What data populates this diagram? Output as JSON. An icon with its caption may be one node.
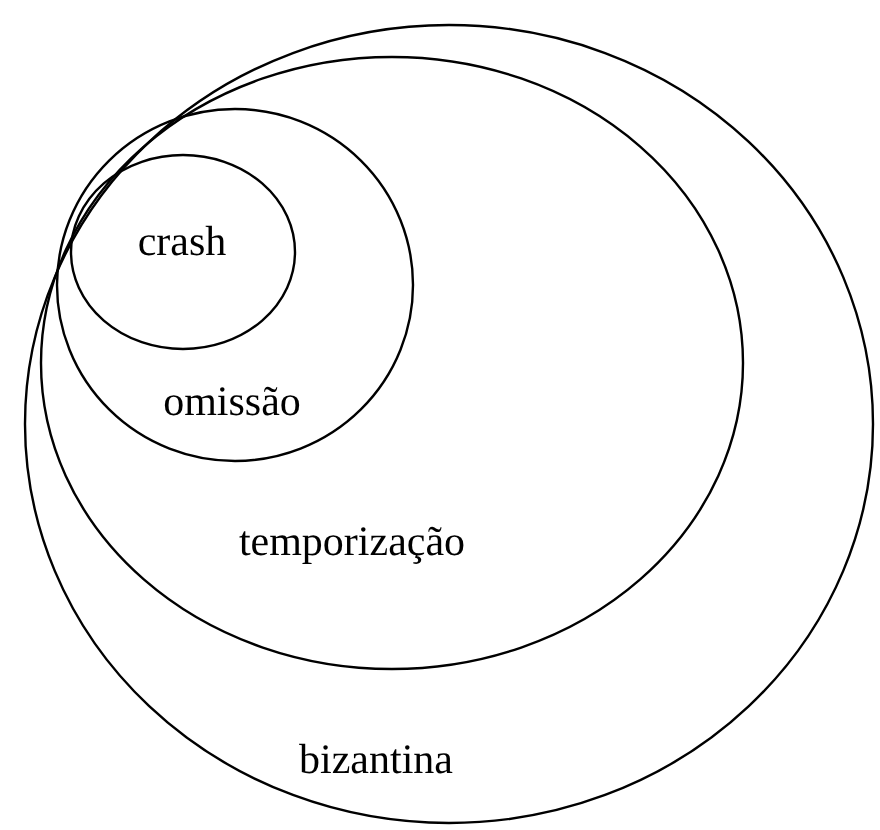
{
  "diagram": {
    "nodes": [
      {
        "text": [
          "bizantina"
        ]
      },
      {
        "text": [
          "temporização"
        ],
        "in": 0
      },
      {
        "text": [
          "omissão"
        ],
        "in": 1
      },
      {
        "text": [
          "crash"
        ],
        "in": 2
      }
    ]
  }
}
